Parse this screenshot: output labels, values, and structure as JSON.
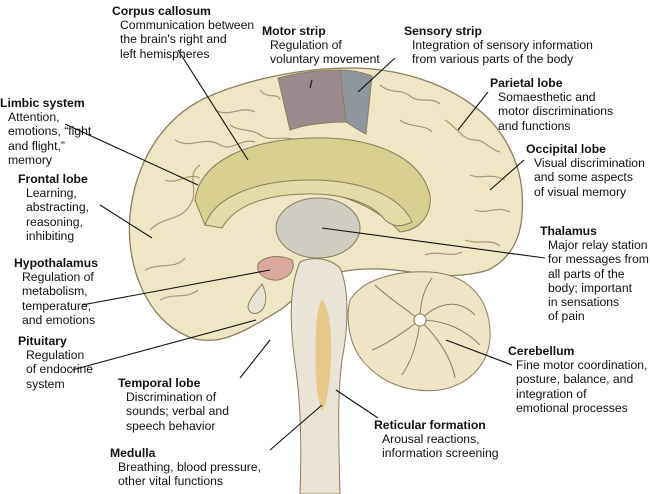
{
  "labels": {
    "corpus_callosum": {
      "title": "Corpus callosum",
      "desc": "Communication between\nthe brain's right and\nleft hemispheres"
    },
    "motor_strip": {
      "title": "Motor strip",
      "desc": "Regulation of\nvoluntary movement"
    },
    "sensory_strip": {
      "title": "Sensory strip",
      "desc": "Integration of sensory information\nfrom various parts of the body"
    },
    "parietal_lobe": {
      "title": "Parietal lobe",
      "desc": "Somaesthetic and\nmotor discriminations\nand functions"
    },
    "limbic_system": {
      "title": "Limbic system",
      "desc": "Attention,\nemotions, “fight\nand flight,”\nmemory"
    },
    "occipital_lobe": {
      "title": "Occipital lobe",
      "desc": "Visual discrimination\nand some aspects\nof visual memory"
    },
    "frontal_lobe": {
      "title": "Frontal lobe",
      "desc": "Learning,\nabstracting,\nreasoning,\ninhibiting"
    },
    "thalamus": {
      "title": "Thalamus",
      "desc": "Major relay station\nfor messages from\nall parts of the\nbody; important\nin sensations\nof pain"
    },
    "hypothalamus": {
      "title": "Hypothalamus",
      "desc": "Regulation of\nmetabolism,\ntemperature,\nand emotions"
    },
    "pituitary": {
      "title": "Pituitary",
      "desc": "Regulation\nof endocrine\nsystem"
    },
    "cerebellum": {
      "title": "Cerebellum",
      "desc": "Fine motor coordination,\nposture, balance, and\nintegration of\nemotional processes"
    },
    "temporal_lobe": {
      "title": "Temporal lobe",
      "desc": "Discrimination of\nsounds; verbal and\nspeech behavior"
    },
    "reticular_formation": {
      "title": "Reticular formation",
      "desc": "Arousal reactions,\ninformation screening"
    },
    "medulla": {
      "title": "Medulla",
      "desc": "Breathing, blood pressure,\nother vital functions"
    }
  },
  "colors": {
    "cortex": "#efe6c6",
    "cortex_edge": "#8a7f5e",
    "sulcus": "#a89a72",
    "corpus_callosum": "#e3dca6",
    "corpus_callosum_band": "#d6cf8e",
    "motor_strip": "#9a8a8e",
    "sensory_strip": "#8e959c",
    "thalamus": "#cfcdc2",
    "hypothalamus": "#d9a9a0",
    "brainstem": "#e9e4d6",
    "reticular": "#e8c98a",
    "cerebellum": "#efe4c6"
  }
}
